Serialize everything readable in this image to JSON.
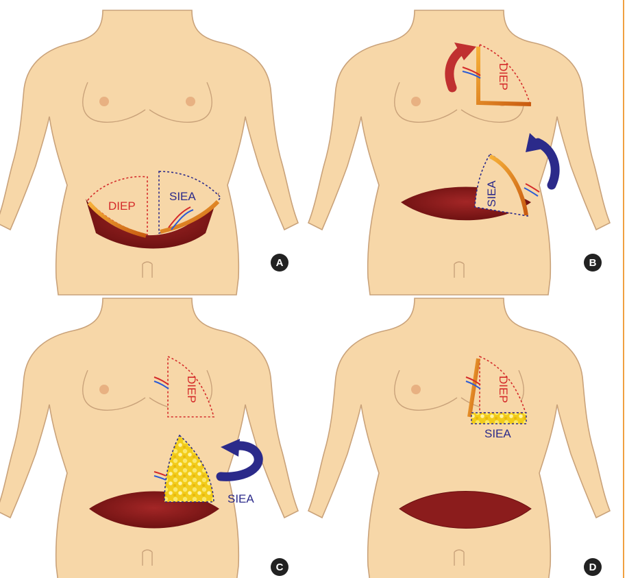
{
  "panels": [
    {
      "id": "A",
      "badge": "A",
      "labels": {
        "diep": "DIEP",
        "siea": "SIEA"
      }
    },
    {
      "id": "B",
      "badge": "B",
      "labels": {
        "diep": "DIEP",
        "siea": "SIEA"
      }
    },
    {
      "id": "C",
      "badge": "C",
      "labels": {
        "diep": "DIEP",
        "siea": "SIEA"
      }
    },
    {
      "id": "D",
      "badge": "D",
      "labels": {
        "diep": "DIEP",
        "siea": "SIEA"
      }
    }
  ],
  "colors": {
    "skin": "#f7d7a8",
    "skin_outline": "#c9a27a",
    "wound": "#8b1c1c",
    "diep": "#d42a2a",
    "siea": "#2b2a8a",
    "flap_edge": "#f08a1c",
    "fat": "#f5d320",
    "badge": "#222222",
    "rule": "#f0a040"
  }
}
